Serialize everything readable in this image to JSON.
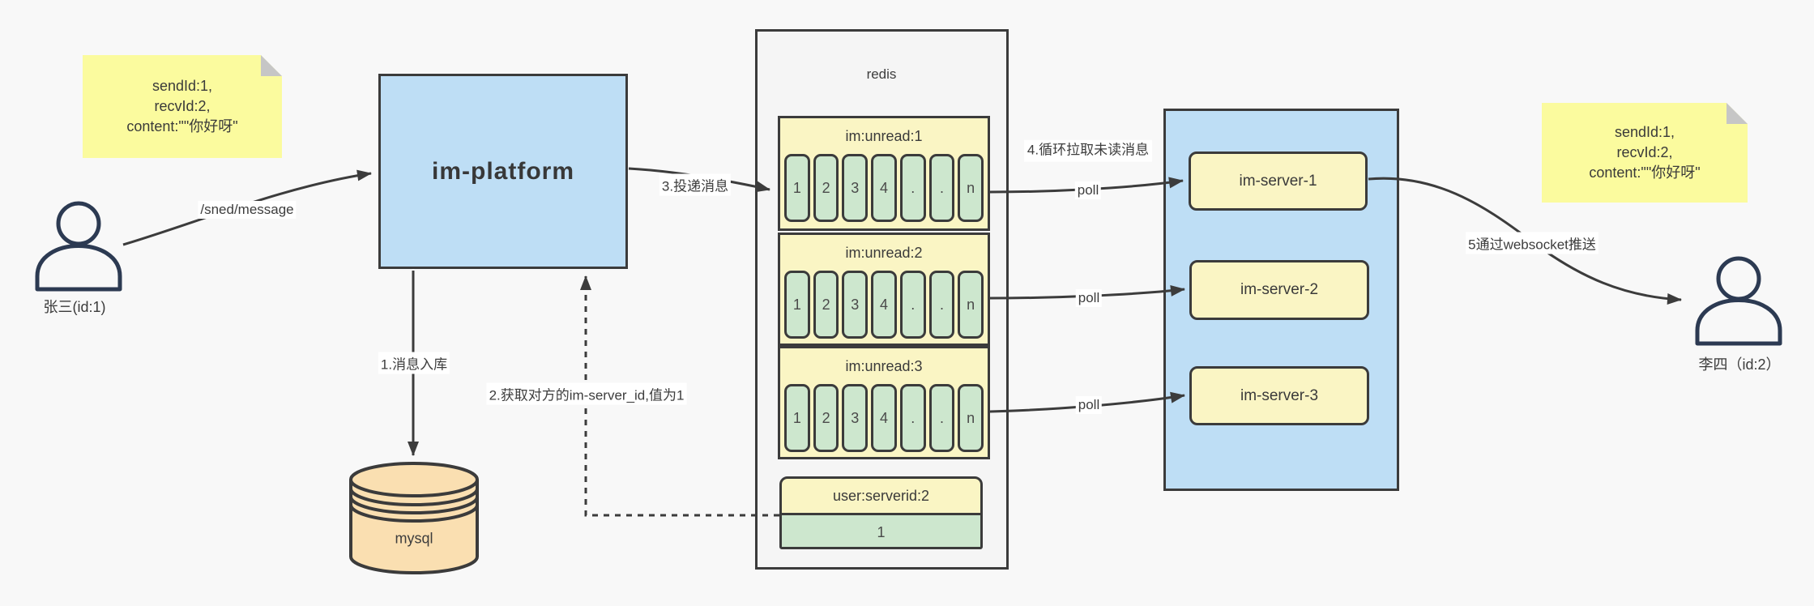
{
  "colors": {
    "background": "#f8f8f8",
    "stroke": "#3b3b3b",
    "arrow": "#3c3c3c",
    "platform_blue": "#bedef5",
    "note_yellow": "#fbfb9e",
    "box_yellow": "#faf5c4",
    "cell_green": "#cde7ce",
    "mysql_tan": "#fadfb1",
    "person_navy": "#2c3a52"
  },
  "notes": {
    "left": {
      "lines": [
        "sendId:1,",
        "recvId:2,",
        "content:\"\"你好呀\""
      ]
    },
    "right": {
      "lines": [
        "sendId:1,",
        "recvId:2,",
        "content:\"\"你好呀\""
      ]
    }
  },
  "actors": {
    "sender": {
      "label": "张三(id:1)"
    },
    "receiver": {
      "label": "李四（id:2）"
    }
  },
  "platform": {
    "label": "im-platform"
  },
  "database": {
    "label": "mysql"
  },
  "redis": {
    "title": "redis",
    "queues": [
      {
        "header": "im:unread:1",
        "cells": [
          "1",
          "2",
          "3",
          "4",
          ".",
          ".",
          "n"
        ]
      },
      {
        "header": "im:unread:2",
        "cells": [
          "1",
          "2",
          "3",
          "4",
          ".",
          ".",
          "n"
        ]
      },
      {
        "header": "im:unread:3",
        "cells": [
          "1",
          "2",
          "3",
          "4",
          ".",
          ".",
          "n"
        ]
      }
    ],
    "mapping": {
      "header": "user:serverid:2",
      "value": "1"
    }
  },
  "server_cluster": {
    "items": [
      {
        "label": "im-server-1"
      },
      {
        "label": "im-server-2"
      },
      {
        "label": "im-server-3"
      }
    ]
  },
  "edges": {
    "send_label": "/sned/message",
    "step1_label": "1.消息入库",
    "step2_label": "2.获取对方的im-server_id,值为1",
    "step3_label": "3.投递消息",
    "step4_label": "4.循环拉取未读消息",
    "poll_label": "poll",
    "step5_label": "5通过websocket推送"
  }
}
